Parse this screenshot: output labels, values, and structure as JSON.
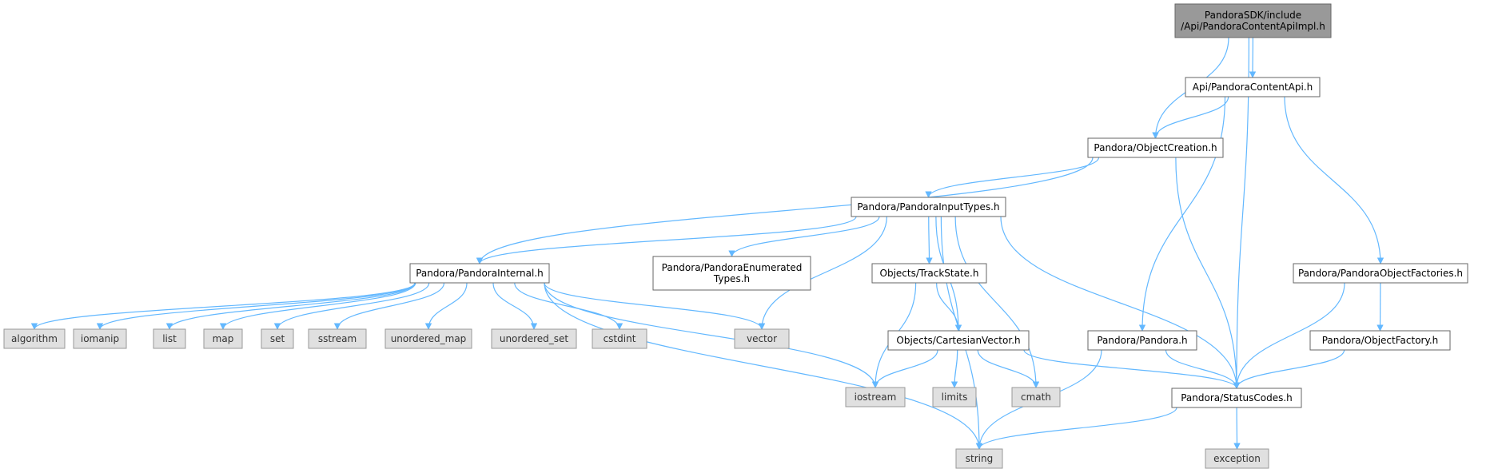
{
  "colors": {
    "edge": "#63b8ff",
    "focus_fill": "#999999",
    "local_fill": "#ffffff",
    "system_fill": "#e0e0e0",
    "border": "#666666"
  },
  "nodes": [
    {
      "id": "impl",
      "kind": "focus",
      "lines": [
        "PandoraSDK/include",
        "/Api/PandoraContentApiImpl.h"
      ]
    },
    {
      "id": "api",
      "kind": "local",
      "lines": [
        "Api/PandoraContentApi.h"
      ]
    },
    {
      "id": "objcre",
      "kind": "local",
      "lines": [
        "Pandora/ObjectCreation.h"
      ]
    },
    {
      "id": "inptypes",
      "kind": "local",
      "lines": [
        "Pandora/PandoraInputTypes.h"
      ]
    },
    {
      "id": "internal",
      "kind": "local",
      "lines": [
        "Pandora/PandoraInternal.h"
      ]
    },
    {
      "id": "enumtypes",
      "kind": "local",
      "lines": [
        "Pandora/PandoraEnumerated",
        "Types.h"
      ]
    },
    {
      "id": "track",
      "kind": "local",
      "lines": [
        "Objects/TrackState.h"
      ]
    },
    {
      "id": "cart",
      "kind": "local",
      "lines": [
        "Objects/CartesianVector.h"
      ]
    },
    {
      "id": "pandora",
      "kind": "local",
      "lines": [
        "Pandora/Pandora.h"
      ]
    },
    {
      "id": "objfacts",
      "kind": "local",
      "lines": [
        "Pandora/PandoraObjectFactories.h"
      ]
    },
    {
      "id": "objfact",
      "kind": "local",
      "lines": [
        "Pandora/ObjectFactory.h"
      ]
    },
    {
      "id": "status",
      "kind": "local",
      "lines": [
        "Pandora/StatusCodes.h"
      ]
    },
    {
      "id": "algorithm",
      "kind": "system",
      "lines": [
        "algorithm"
      ]
    },
    {
      "id": "iomanip",
      "kind": "system",
      "lines": [
        "iomanip"
      ]
    },
    {
      "id": "list",
      "kind": "system",
      "lines": [
        "list"
      ]
    },
    {
      "id": "map",
      "kind": "system",
      "lines": [
        "map"
      ]
    },
    {
      "id": "set",
      "kind": "system",
      "lines": [
        "set"
      ]
    },
    {
      "id": "sstream",
      "kind": "system",
      "lines": [
        "sstream"
      ]
    },
    {
      "id": "umap",
      "kind": "system",
      "lines": [
        "unordered_map"
      ]
    },
    {
      "id": "uset",
      "kind": "system",
      "lines": [
        "unordered_set"
      ]
    },
    {
      "id": "cstdint",
      "kind": "system",
      "lines": [
        "cstdint"
      ]
    },
    {
      "id": "vector",
      "kind": "system",
      "lines": [
        "vector"
      ]
    },
    {
      "id": "iostream",
      "kind": "system",
      "lines": [
        "iostream"
      ]
    },
    {
      "id": "limits",
      "kind": "system",
      "lines": [
        "limits"
      ]
    },
    {
      "id": "cmath",
      "kind": "system",
      "lines": [
        "cmath"
      ]
    },
    {
      "id": "string",
      "kind": "system",
      "lines": [
        "string"
      ]
    },
    {
      "id": "exception",
      "kind": "system",
      "lines": [
        "exception"
      ]
    }
  ],
  "edges": [
    [
      "impl",
      "api"
    ],
    [
      "impl",
      "objcre"
    ],
    [
      "impl",
      "status"
    ],
    [
      "api",
      "objcre"
    ],
    [
      "api",
      "pandora"
    ],
    [
      "api",
      "objfacts"
    ],
    [
      "objcre",
      "inptypes"
    ],
    [
      "objcre",
      "internal"
    ],
    [
      "objcre",
      "status"
    ],
    [
      "inptypes",
      "internal"
    ],
    [
      "inptypes",
      "enumtypes"
    ],
    [
      "inptypes",
      "track"
    ],
    [
      "inptypes",
      "cart"
    ],
    [
      "inptypes",
      "vector"
    ],
    [
      "inptypes",
      "cmath"
    ],
    [
      "inptypes",
      "status"
    ],
    [
      "inptypes",
      "string"
    ],
    [
      "internal",
      "algorithm"
    ],
    [
      "internal",
      "iomanip"
    ],
    [
      "internal",
      "list"
    ],
    [
      "internal",
      "map"
    ],
    [
      "internal",
      "set"
    ],
    [
      "internal",
      "sstream"
    ],
    [
      "internal",
      "umap"
    ],
    [
      "internal",
      "uset"
    ],
    [
      "internal",
      "cstdint"
    ],
    [
      "internal",
      "vector"
    ],
    [
      "internal",
      "iostream"
    ],
    [
      "internal",
      "string"
    ],
    [
      "track",
      "cart"
    ],
    [
      "track",
      "iostream"
    ],
    [
      "cart",
      "iostream"
    ],
    [
      "cart",
      "limits"
    ],
    [
      "cart",
      "cmath"
    ],
    [
      "cart",
      "status"
    ],
    [
      "pandora",
      "status"
    ],
    [
      "pandora",
      "string"
    ],
    [
      "objfacts",
      "status"
    ],
    [
      "objfacts",
      "objfact"
    ],
    [
      "objfact",
      "status"
    ],
    [
      "status",
      "string"
    ],
    [
      "status",
      "exception"
    ]
  ]
}
